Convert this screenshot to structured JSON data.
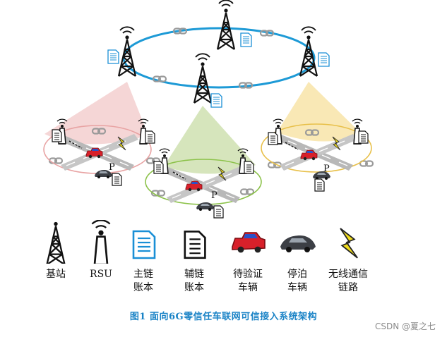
{
  "diagram": {
    "p_label": "P",
    "colors": {
      "backbone_ring": "#1d9ad6",
      "chain_link": "#9a9a9a",
      "tower": "#111111",
      "document_main": "#1a8fd6",
      "pink_beam": "#f2c8c8",
      "green_beam": "#cfe0b0",
      "yellow_beam": "#f8e4a8",
      "pink_ring": "#e8a3a3",
      "green_ring": "#8cc24a",
      "yellow_ring": "#e8c04a",
      "road": "#b8b8b8",
      "lightning": "#f0dc1c",
      "car_red": "#d8202a",
      "car_blue": "#2a52c8",
      "car_dark": "#3c3f45"
    }
  },
  "legend": [
    {
      "icon": "base-station-icon",
      "label": "基站"
    },
    {
      "icon": "rsu-icon",
      "label": "RSU"
    },
    {
      "icon": "main-ledger-icon",
      "label": "主链\n账本"
    },
    {
      "icon": "side-ledger-icon",
      "label": "辅链\n账本"
    },
    {
      "icon": "pending-vehicle-icon",
      "label": "待验证\n车辆"
    },
    {
      "icon": "parked-vehicle-icon",
      "label": "停泊\n车辆"
    },
    {
      "icon": "wireless-link-icon",
      "label": "无线通信\n链路"
    }
  ],
  "caption": "图1   面向6G零信任车联网可信接入系统架构",
  "watermark": "CSDN @夏之七"
}
